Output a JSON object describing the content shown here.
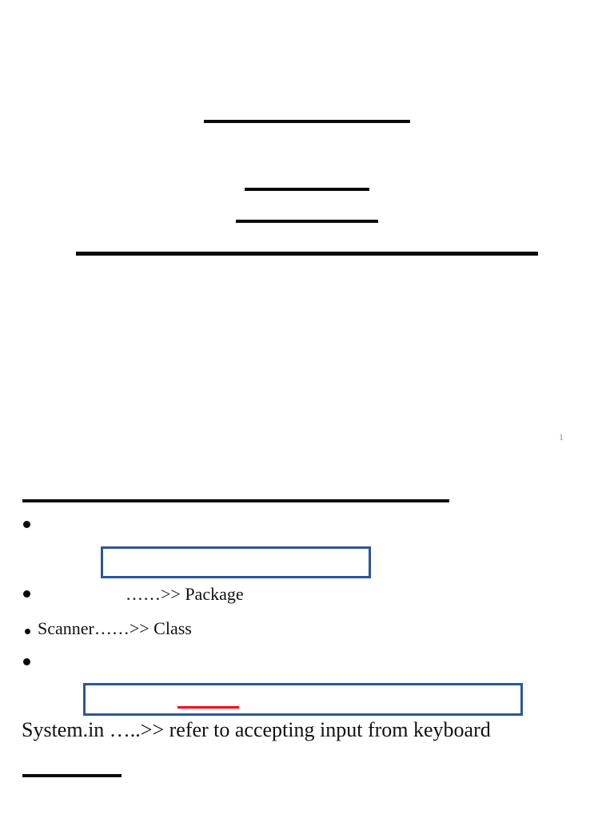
{
  "document": {
    "page_number": "1",
    "list": {
      "package_item": "……>> Package",
      "scanner_item": "Scanner……>> Class",
      "system_line": "System.in …..>> refer to accepting input from keyboard"
    },
    "icons": {
      "bullet_marker": "filled-circle •"
    },
    "colors": {
      "annotation_box_border": "#2F5597",
      "red_underline": "#FF0000",
      "rule_black": "#0A0A0A",
      "page_number_gray": "#8C8C8C"
    }
  }
}
